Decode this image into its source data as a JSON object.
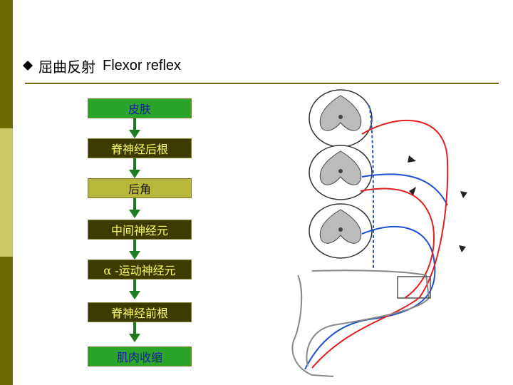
{
  "slide": {
    "title_cn": "屈曲反射",
    "title_en": "Flexor reflex"
  },
  "colors": {
    "sidebar_dark": "#6b6b00",
    "sidebar_light": "#c8c864",
    "green": "#2aa52a",
    "olive": "#3c3c00",
    "yellow_box": "#b8b83c",
    "text_on_green": "#1a1aa0",
    "text_on_dark": "#ffff66",
    "arrow": "#1e7a1e",
    "nerve_red": "#e02020",
    "nerve_blue": "#2050d0"
  },
  "flowchart": {
    "steps": [
      {
        "label": "皮肤",
        "style": "green"
      },
      {
        "label": "脊神经后根",
        "style": "olive"
      },
      {
        "label": "后角",
        "style": "yellow"
      },
      {
        "label": "中间神经元",
        "style": "olive"
      },
      {
        "label": "α -运动神经元",
        "style": "olive"
      },
      {
        "label": "脊神经前根",
        "style": "olive"
      },
      {
        "label": "肌肉收缩",
        "style": "green"
      }
    ]
  },
  "figure": {
    "icons": [
      "spinal-cord-section",
      "leg",
      "reflex-arrow"
    ]
  }
}
